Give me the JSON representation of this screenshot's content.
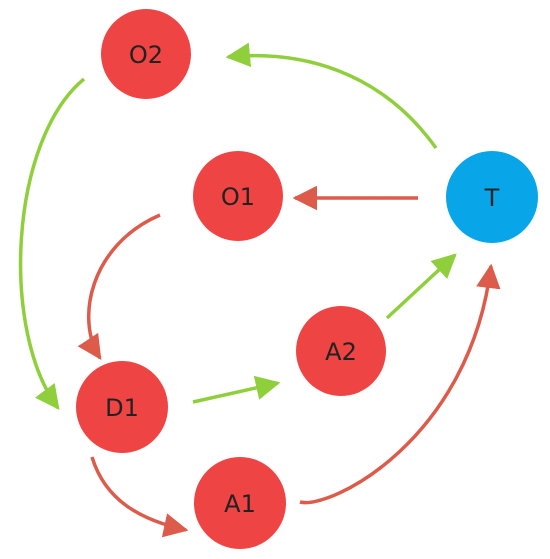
{
  "colors": {
    "node_red": "#ef4444",
    "node_blue": "#08a5e8",
    "edge_red": "#dc5b4b",
    "edge_green": "#8fcf3c",
    "label": "#222222"
  },
  "nodes": {
    "O2": {
      "label": "O2",
      "color": "node_red"
    },
    "O1": {
      "label": "O1",
      "color": "node_red"
    },
    "T": {
      "label": "T",
      "color": "node_blue"
    },
    "A2": {
      "label": "A2",
      "color": "node_red"
    },
    "D1": {
      "label": "D1",
      "color": "node_red"
    },
    "A1": {
      "label": "A1",
      "color": "node_red"
    }
  },
  "edges": [
    {
      "from": "T",
      "to": "O2",
      "color": "edge_green"
    },
    {
      "from": "T",
      "to": "O1",
      "color": "edge_red"
    },
    {
      "from": "O2",
      "to": "D1",
      "color": "edge_green"
    },
    {
      "from": "O1",
      "to": "D1",
      "color": "edge_red"
    },
    {
      "from": "D1",
      "to": "A2",
      "color": "edge_green"
    },
    {
      "from": "A2",
      "to": "T",
      "color": "edge_green"
    },
    {
      "from": "D1",
      "to": "A1",
      "color": "edge_red"
    },
    {
      "from": "A1",
      "to": "T",
      "color": "edge_red"
    }
  ]
}
